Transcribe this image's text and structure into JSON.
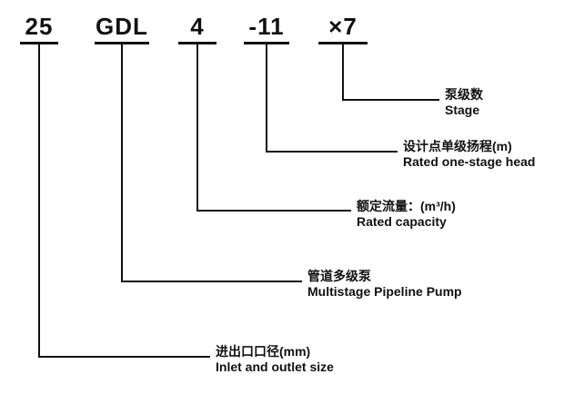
{
  "model_code": {
    "segments": [
      {
        "id": "inlet-size",
        "text": "25"
      },
      {
        "id": "pump-type",
        "text": "GDL"
      },
      {
        "id": "rated-capacity",
        "text": "4"
      },
      {
        "id": "rated-head",
        "text": "-11"
      },
      {
        "id": "stage",
        "text": "×7"
      }
    ]
  },
  "labels": [
    {
      "zh": "泵级数",
      "en": "Stage"
    },
    {
      "zh": "设计点单级扬程(m)",
      "en": "Rated one-stage head"
    },
    {
      "zh": "额定流量：(m³/h)",
      "en": "Rated capacity"
    },
    {
      "zh": "管道多级泵",
      "en": "Multistage Pipeline Pump"
    },
    {
      "zh": "进出口口径(mm)",
      "en": "Inlet and outlet size"
    }
  ],
  "line_color": "#111111"
}
